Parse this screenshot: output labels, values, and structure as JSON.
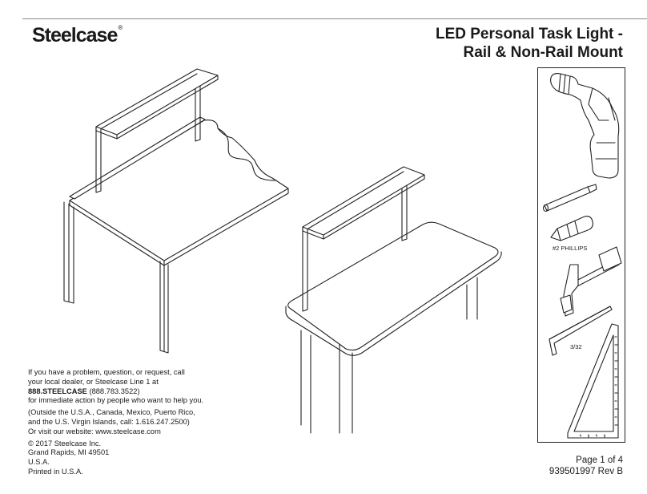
{
  "brand": {
    "name": "Steelcase",
    "mark": "®"
  },
  "title": {
    "line1": "LED Personal Task Light -",
    "line2": "Rail & Non-Rail Mount"
  },
  "tools": {
    "bit_label": "#2 PHILLIPS",
    "hex_label": "3/32"
  },
  "contact": {
    "line1": "If you have a problem, question, or request, call",
    "line2": "your local dealer, or Steelcase Line 1 at",
    "phone_bold": "888.STEELCASE",
    "phone_num": " (888.783.3522)",
    "line4": "for immediate action by people who want to help you.",
    "outside1": "(Outside the U.S.A., Canada, Mexico, Puerto Rico,",
    "outside2": "and the U.S. Virgin Islands, call: 1.616.247.2500)",
    "website": "Or visit our website: www.steelcase.com",
    "copyright": "© 2017 Steelcase Inc.",
    "city": "Grand Rapids, MI 49501",
    "country": "U.S.A."
  },
  "printed": "Printed in U.S.A.",
  "page": {
    "page_of": "Page 1 of 4",
    "doc_number": "939501997 Rev B"
  }
}
